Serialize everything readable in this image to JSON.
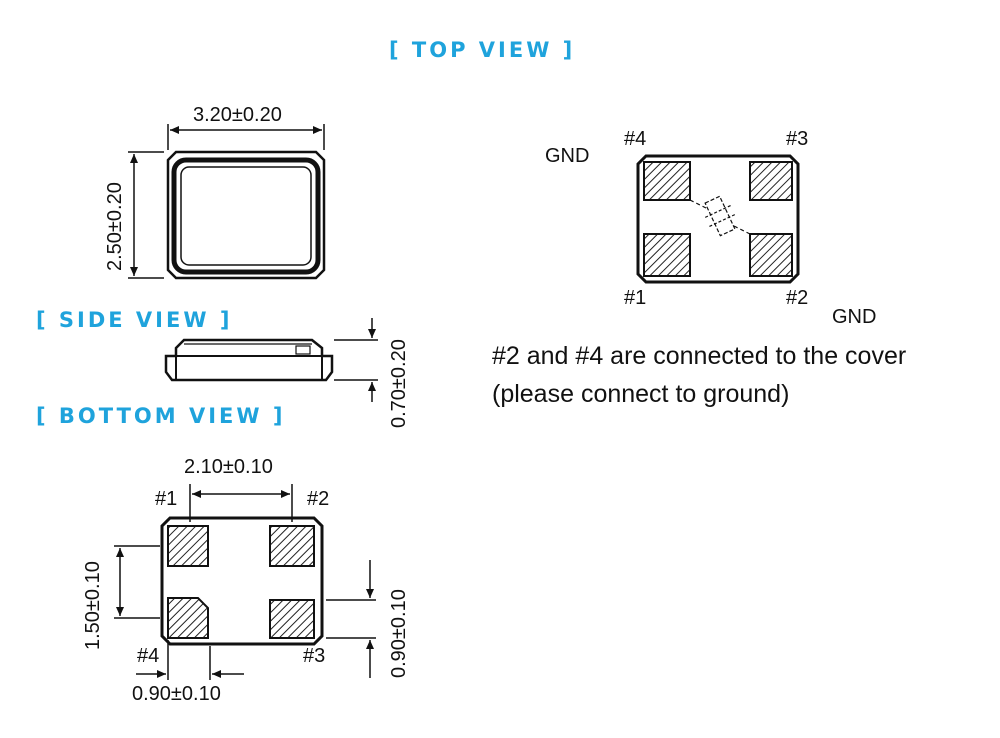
{
  "titles": {
    "top_view": "[ TOP VIEW ]",
    "side_view": "[ SIDE VIEW ]",
    "bottom_view": "[ BOTTOM  VIEW ]"
  },
  "dimensions": {
    "top_width": "3.20±0.20",
    "top_height": "2.50±0.20",
    "side_thickness": "0.70±0.20",
    "pad_pitch_x": "2.10±0.10",
    "pad_pitch_y": "1.50±0.10",
    "pad_width": "0.90±0.10",
    "pad_height": "0.90±0.10"
  },
  "pins": {
    "p1": "#1",
    "p2": "#2",
    "p3": "#3",
    "p4": "#4",
    "gnd": "GND"
  },
  "note": {
    "line1": "#2 and #4 are connected to the cover",
    "line2": "(please connect to ground)"
  },
  "colors": {
    "title_blue": "#1fa3dc"
  }
}
